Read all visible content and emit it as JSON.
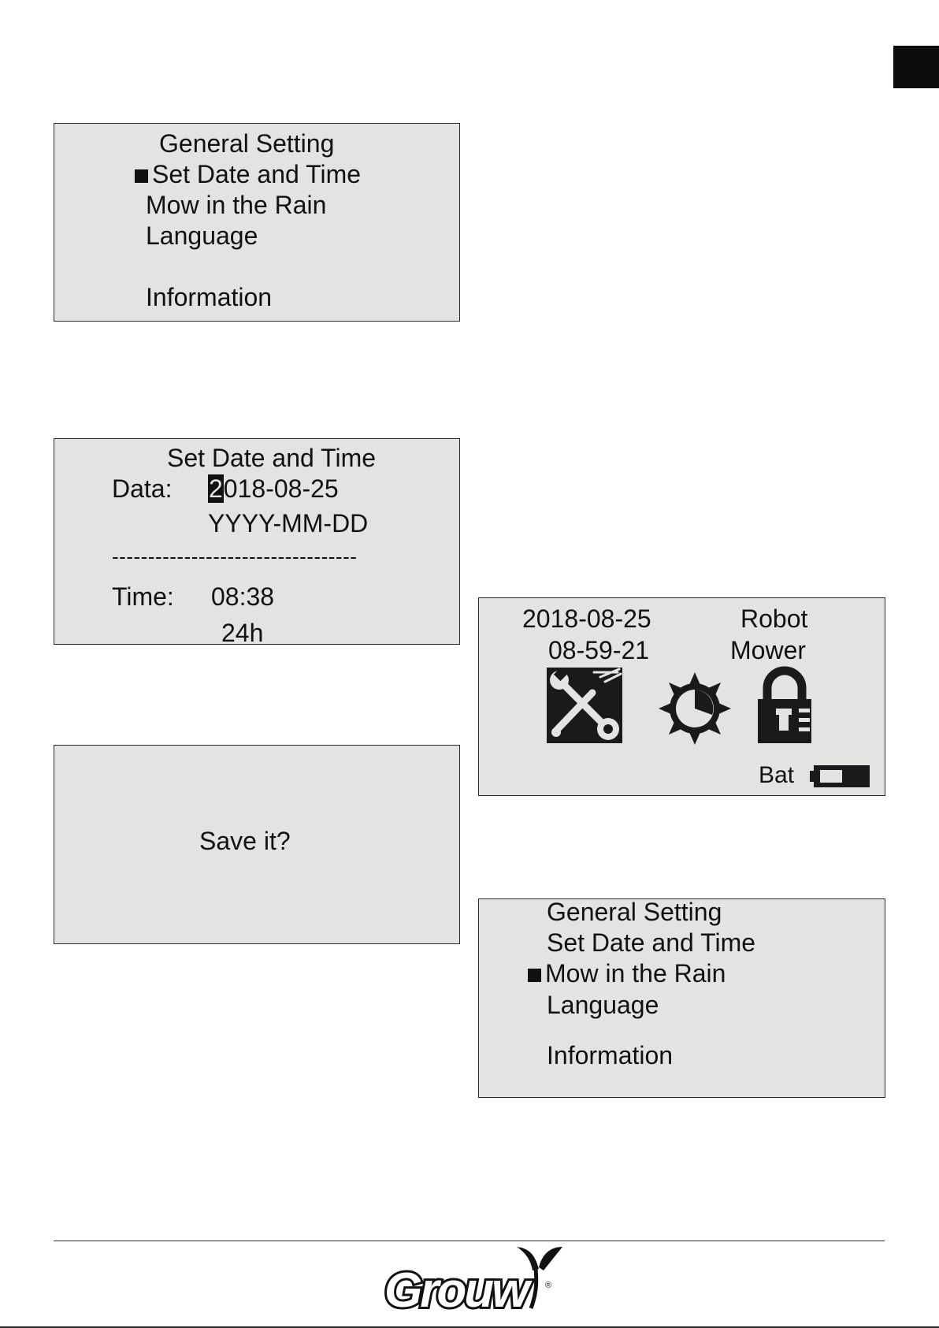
{
  "screen1": {
    "title": "General Setting",
    "items": [
      "Set Date and Time",
      "Mow in the Rain",
      "Language",
      "Information"
    ],
    "selected_index": 0
  },
  "screen2": {
    "title": "Set Date and Time",
    "date_label": "Data:",
    "date_cursor_char": "2",
    "date_rest": "018-08-25",
    "date_format": "YYYY-MM-DD",
    "separator": "----------------------------------",
    "time_label": "Time:",
    "time_value": "08:38",
    "time_format": "24h"
  },
  "screen3": {
    "prompt": "Save it?"
  },
  "screen4": {
    "date": "2018-08-25",
    "time": "08-59-21",
    "name_line1": "Robot",
    "name_line2": "Mower",
    "icons": [
      "settings-tools-icon",
      "schedule-sun-icon",
      "lock-icon"
    ],
    "battery_label": "Bat"
  },
  "screen5": {
    "title": "General Setting",
    "items": [
      "Set Date and Time",
      "Mow in the Rain",
      "Language",
      "Information"
    ],
    "selected_index": 1
  },
  "logo": {
    "text": "Grouw",
    "trademark": "®"
  }
}
